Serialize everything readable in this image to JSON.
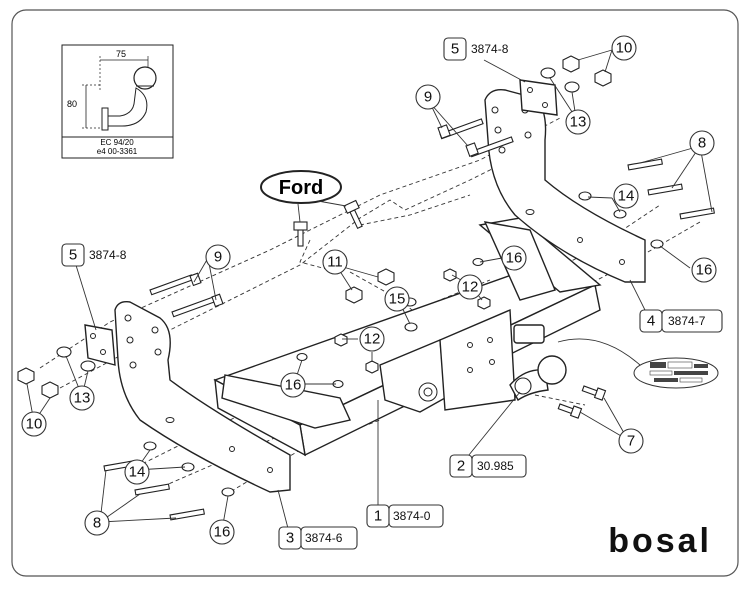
{
  "inset": {
    "dim_horizontal": "75",
    "dim_vertical": "80",
    "approval_line1": "EC 94/20",
    "approval_line2": "e4 00-3361"
  },
  "vehicle_badge": "Ford",
  "brand_logo": "bosal",
  "part_boxes": [
    {
      "num": "5",
      "code": "3874-8"
    },
    {
      "num": "5",
      "code": "3874-8"
    },
    {
      "num": "4",
      "code": "3874-7"
    },
    {
      "num": "3",
      "code": "3874-6"
    },
    {
      "num": "1",
      "code": "3874-0"
    },
    {
      "num": "2",
      "code": "30.985"
    }
  ],
  "callouts": [
    "10",
    "13",
    "9",
    "8",
    "14",
    "16",
    "11",
    "16",
    "12",
    "15",
    "12",
    "16",
    "9",
    "10",
    "13",
    "7",
    "14",
    "8",
    "16"
  ]
}
